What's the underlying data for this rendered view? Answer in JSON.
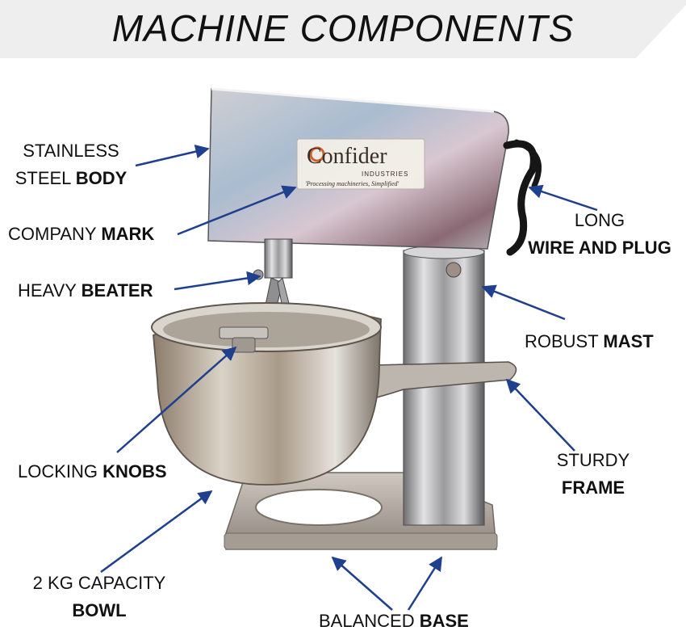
{
  "title": "MACHINE COMPONENTS",
  "logo": {
    "brand": "Confider",
    "sub": "INDUSTRIES",
    "tagline": "'Processing machineries, Simplified'"
  },
  "labels": {
    "body": {
      "line1": "STAINLESS",
      "line2_plain": "STEEL ",
      "line2_bold": "BODY"
    },
    "mark": {
      "plain": "COMPANY ",
      "bold": "MARK"
    },
    "beater": {
      "plain": "HEAVY ",
      "bold": "BEATER"
    },
    "knobs": {
      "plain": "LOCKING ",
      "bold": "KNOBS"
    },
    "bowl": {
      "line1": "2 KG CAPACITY",
      "line2_bold": "BOWL"
    },
    "wire": {
      "line1": "LONG",
      "line2_bold": "WIRE AND PLUG"
    },
    "mast": {
      "plain": "ROBUST ",
      "bold": "MAST"
    },
    "frame": {
      "line1": "STURDY",
      "line2_bold": "FRAME"
    },
    "base": {
      "plain": "BALANCED ",
      "bold": "BASE"
    }
  },
  "colors": {
    "arrow": "#1f3f8f",
    "steel": "#b9b9bb",
    "title_band": "#eeeeee"
  }
}
